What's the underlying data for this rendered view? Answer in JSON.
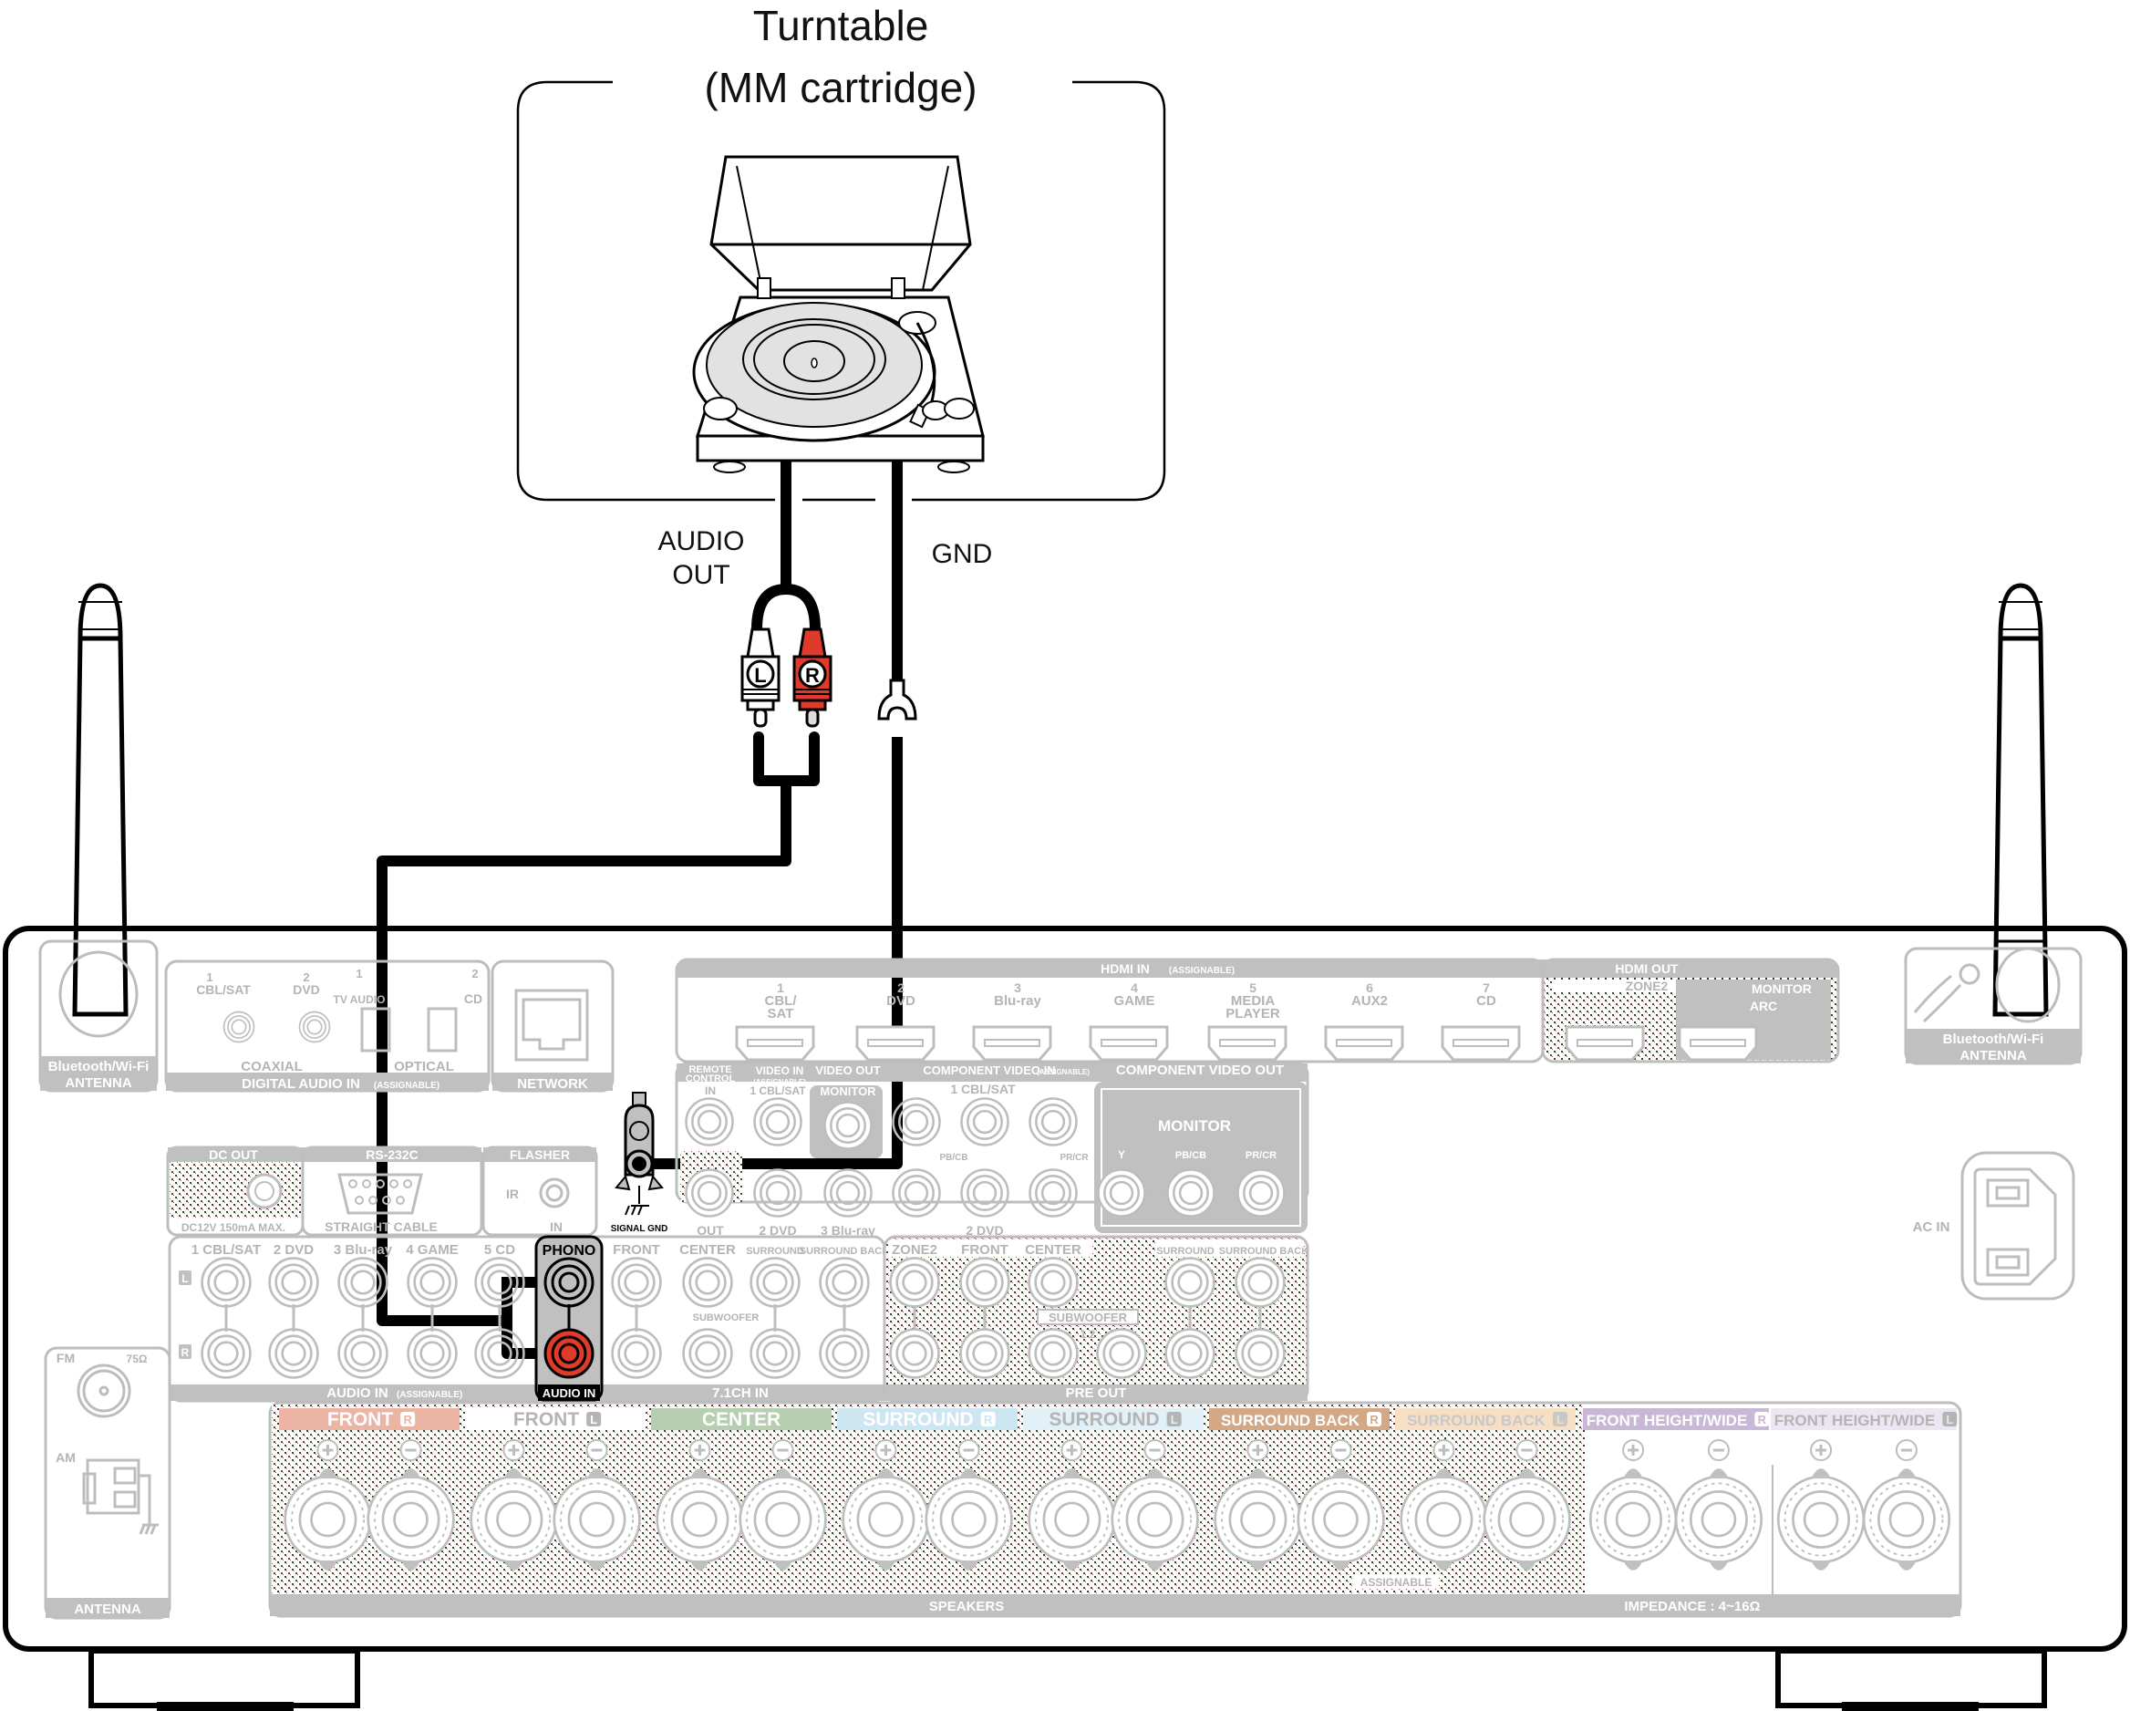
{
  "diagram": {
    "title_line1": "Turntable",
    "title_line2": "(MM cartridge)",
    "cable_labels": {
      "audio_out_line1": "AUDIO",
      "audio_out_line2": "OUT",
      "gnd": "GND"
    },
    "plugs": {
      "left": "L",
      "right": "R"
    },
    "colors": {
      "cable": "#000000",
      "right_channel": "#e03a2a",
      "panel_gray": "#c0c0c0",
      "front_r": "#ebb4a4",
      "center": "#b6cfb0",
      "surround_r": "#cde7f2",
      "surround_l": "#e2f1f7",
      "surround_back_r": "#d2a886",
      "surround_back_l": "#f7dfc6",
      "front_height_r": "#c9b7d6",
      "front_height_l": "#ece6f2"
    }
  },
  "receiver": {
    "bt_antenna_left": {
      "line1": "Bluetooth/Wi-Fi",
      "line2": "ANTENNA"
    },
    "bt_antenna_right": {
      "line1": "Bluetooth/Wi-Fi",
      "line2": "ANTENNA"
    },
    "digital_audio_in": {
      "title": "DIGITAL AUDIO IN",
      "title_suffix": "(ASSIGNABLE)",
      "coaxial": "COAXIAL",
      "optical": "OPTICAL",
      "inputs": [
        {
          "num": "1",
          "name": "CBL/SAT"
        },
        {
          "num": "2",
          "name": "DVD"
        },
        {
          "num": "1",
          "name": "TV AUDIO"
        },
        {
          "num": "2",
          "name": "CD"
        }
      ]
    },
    "network": "NETWORK",
    "hdmi_in": {
      "title": "HDMI IN",
      "title_suffix": "(ASSIGNABLE)",
      "inputs": [
        {
          "num": "1",
          "line1": "CBL/",
          "line2": "SAT"
        },
        {
          "num": "2",
          "line1": "DVD",
          "line2": ""
        },
        {
          "num": "3",
          "line1": "Blu-ray",
          "line2": ""
        },
        {
          "num": "4",
          "line1": "GAME",
          "line2": ""
        },
        {
          "num": "5",
          "line1": "MEDIA",
          "line2": "PLAYER"
        },
        {
          "num": "6",
          "line1": "AUX2",
          "line2": ""
        },
        {
          "num": "7",
          "line1": "CD",
          "line2": ""
        }
      ]
    },
    "hdmi_out": {
      "title": "HDMI OUT",
      "zone2": "ZONE2",
      "monitor": "MONITOR",
      "arc": "ARC"
    },
    "remote_control": {
      "line1": "REMOTE",
      "line2": "CONTROL",
      "in": "IN",
      "out": "OUT"
    },
    "video_in": {
      "title": "VIDEO IN",
      "suffix": "(ASSIGNABLE)",
      "inputs": [
        "1 CBL/SAT",
        "2 DVD",
        "3 Blu-ray"
      ]
    },
    "video_out": {
      "title": "VIDEO OUT",
      "monitor": "MONITOR"
    },
    "component_in": {
      "title": "COMPONENT VIDEO IN",
      "suffix": "(ASSIGNABLE)",
      "in1": "1 CBL/SAT",
      "in2": "2 DVD",
      "pb": "PB/CB",
      "pr": "PR/CR"
    },
    "component_out": {
      "title": "COMPONENT VIDEO OUT",
      "monitor": "MONITOR",
      "y": "Y",
      "pb": "PB/CB",
      "pr": "PR/CR"
    },
    "signal_gnd": "SIGNAL GND",
    "dc_out": {
      "title": "DC OUT",
      "note": "DC12V 150mA MAX."
    },
    "rs232c": {
      "title": "RS-232C",
      "note": "STRAIGHT CABLE"
    },
    "flasher": {
      "title": "FLASHER",
      "ir": "IR",
      "in": "IN"
    },
    "audio_in": {
      "title": "AUDIO IN",
      "suffix": "(ASSIGNABLE)",
      "inputs": [
        "1 CBL/SAT",
        "2 DVD",
        "3 Blu-ray",
        "4 GAME",
        "5 CD"
      ],
      "l": "L",
      "r": "R"
    },
    "phono": {
      "title": "PHONO",
      "footer": "AUDIO IN"
    },
    "ch71_in": {
      "title": "7.1CH IN",
      "inputs": [
        "FRONT",
        "CENTER",
        "SURROUND",
        "SURROUND BACK"
      ],
      "subwoofer": "SUBWOOFER"
    },
    "pre_out": {
      "title": "PRE OUT",
      "inputs": [
        "ZONE2",
        "FRONT",
        "CENTER",
        "SURROUND",
        "SURROUND BACK"
      ],
      "subwoofer": "SUBWOOFER",
      "sub_nums": "1  2"
    },
    "antenna": {
      "title": "ANTENNA",
      "fm": "FM",
      "ohm": "75Ω",
      "am": "AM"
    },
    "ac_in": "AC IN",
    "speakers": {
      "title": "SPEAKERS",
      "impedance": "IMPEDANCE : 4~16Ω",
      "assignable": "ASSIGNABLE",
      "channels": [
        {
          "label": "FRONT",
          "side": "R"
        },
        {
          "label": "FRONT",
          "side": "L"
        },
        {
          "label": "CENTER",
          "side": ""
        },
        {
          "label": "SURROUND",
          "side": "R"
        },
        {
          "label": "SURROUND",
          "side": "L"
        },
        {
          "label": "SURROUND BACK",
          "side": "R"
        },
        {
          "label": "SURROUND BACK",
          "side": "L"
        },
        {
          "label": "FRONT HEIGHT/WIDE",
          "side": "R"
        },
        {
          "label": "FRONT HEIGHT/WIDE",
          "side": "L"
        }
      ]
    }
  }
}
